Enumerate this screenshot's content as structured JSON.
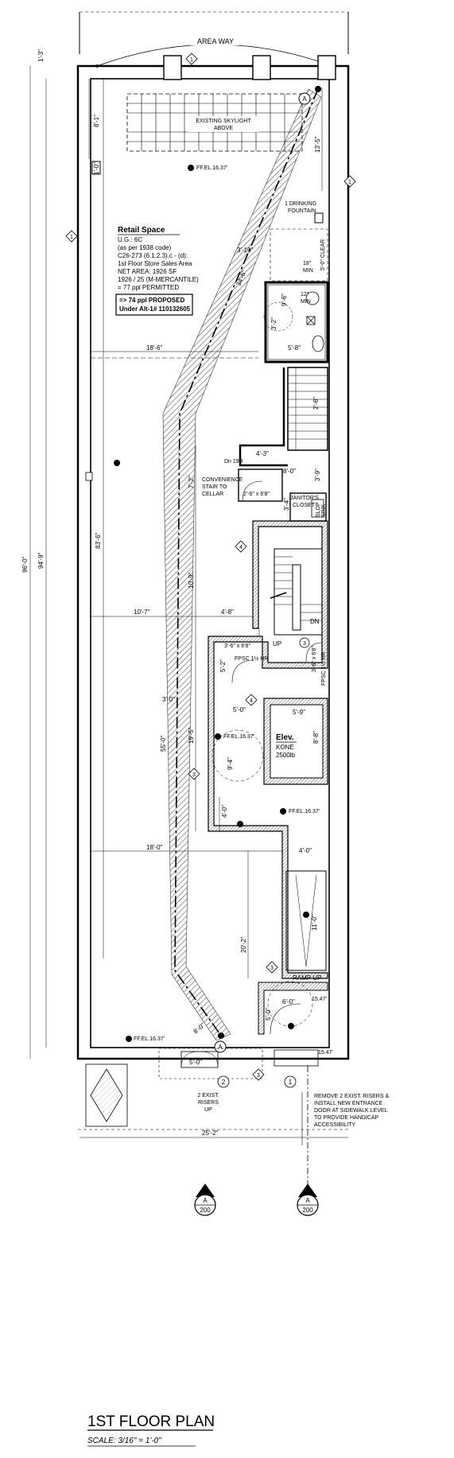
{
  "sheet": {
    "title": "1ST FLOOR PLAN",
    "scale": "SCALE: 3/16\" = 1'-0\"",
    "section_marks": [
      {
        "letter": "A",
        "sheet": "200"
      },
      {
        "letter": "A",
        "sheet": "200"
      }
    ]
  },
  "labels": {
    "area_way": "AREA WAY",
    "existing_skylight": [
      "EXISTING SKYLIGHT",
      "ABOVE"
    ],
    "drinking_fountain": [
      "1 DRINKING",
      "FOUNTAIN"
    ],
    "convenience_stair": [
      "CONVENIENCE",
      "STAIR TO",
      "CELLAR"
    ],
    "janitors_closet": [
      "JANITOR'S",
      "CLOSET"
    ],
    "slop_sink": [
      "SLOP",
      "SINK"
    ],
    "fpsc_1": "FPSC 1½ HR",
    "fpsc_2": "FPSC 1½ HR",
    "up": "UP",
    "dn": "DN",
    "dn_19r": "Dn 19R",
    "ramp_up": "RAMP UP",
    "exist_risers": [
      "2 EXIST.",
      "RISERS",
      "UP"
    ],
    "remove_note": [
      "REMOVE 2 EXIST. RISERS &",
      "INSTALL NEW ENTRANCE",
      "DOOR AT SIDEWALK LEVEL",
      "TO PROVIDE HANDICAP",
      "ACCESSIBILITY"
    ],
    "min_18": [
      "18\"",
      "MIN"
    ],
    "clear_5": "5'-0\" CLEAR",
    "min_12": [
      "12\"",
      "MIN"
    ]
  },
  "retail": {
    "title": "Retail Space",
    "lines": [
      "U.G.: 6C",
      "(as per 1938 code)",
      "C26-273 (6.1.2.3).c - (d):",
      "1st Floor Store Sales Area",
      "NET AREA: 1926 SF",
      "1926 / 25 (M-MERCANTILE)",
      "= 77 ppl PERMITTED"
    ],
    "proposed": [
      "=> 74 ppl PROPOSED",
      "Under Alt-1# 110132605"
    ]
  },
  "elevator": {
    "title": "Elev.",
    "make": "KONE",
    "capacity": "2500lb"
  },
  "elevations": {
    "ff_top": "FF.EL.16.37'",
    "ff_mid": "FF.EL.16.37'",
    "ff_elev": "FF.EL.16.37'",
    "ff_front": "FF.EL.16.37'",
    "el_1547a": "15.47'",
    "el_1547b": "15.47'"
  },
  "dimensions": {
    "d1_3": "1'-3\"",
    "d8_1": "8'-1\"",
    "d1_0": "1'-0\"",
    "d13_5": "13'-5\"",
    "d96_0": "96'-0\"",
    "d94_9": "94'-9\"",
    "d83_6": "83'-6\"",
    "d34_6": "34'-6\"",
    "d3_10": "3'-10\"",
    "d3_0": "3'-0\"",
    "d55_0": "55'-0\"",
    "d18_6": "18'-6\"",
    "d10_7": "10'-7\"",
    "d4_8": "4'-8\"",
    "d18_0": "18'-0\"",
    "d5_8": "5'-8\"",
    "d9_6": "9'-6\"",
    "d3_2": "3'-2\"",
    "d2_6": "2'-6\"",
    "d4_3": "4'-3\"",
    "d8_0": "8'-0\"",
    "d3_9": "3'-9\"",
    "d7_2": "7'-2\"",
    "d2_6x6": "2'-6\" x 6'8\"",
    "d3_4": "3'-4\"",
    "d10_9": "10'-9\"",
    "d5_2": "5'-2\"",
    "d3_6x6": "3'-6\" x 6'8\"",
    "d3_6x6b": "3'-6\" x 6'8\"",
    "d5_0a": "5'-0\"",
    "d5_9": "5'-9\"",
    "d8_8": "8'-8\"",
    "d19_5": "19'-5\"",
    "d9_4": "9'-4\"",
    "d4_0": "4'-0\"",
    "d4_0b": "4'-0\"",
    "d11_0": "11'-0\"",
    "d20_2": "20'-2\"",
    "d6_0": "6'-0\"",
    "d5_0b": "5'-0\"",
    "d5_0c": "5'-0\"",
    "d8_0b": "8'-0\"",
    "d25_2": "25'-2\""
  },
  "tags": {
    "diamond_1": "1",
    "diamond_3": "3",
    "diamond_4": "4",
    "circle_1": "1",
    "circle_2": "2",
    "circle_3": "3",
    "route_a": "A"
  }
}
